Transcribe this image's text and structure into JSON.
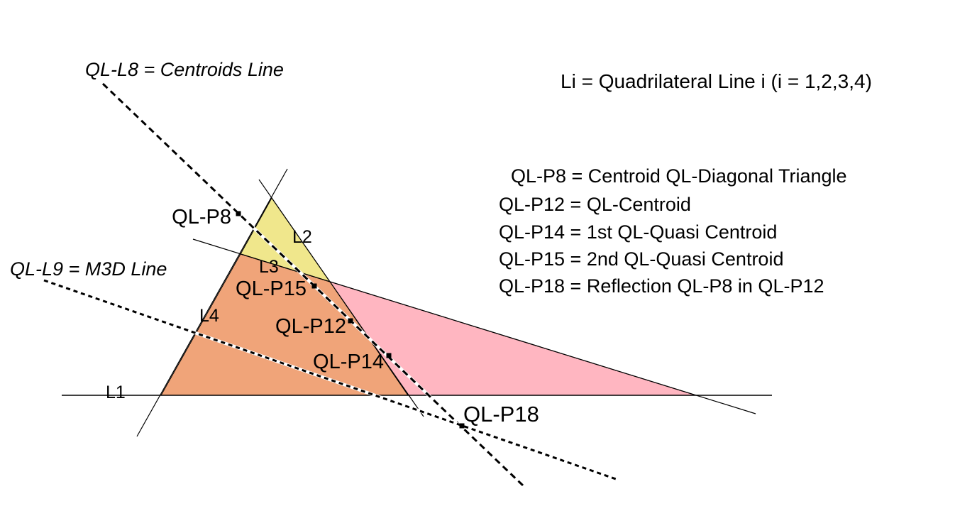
{
  "colors": {
    "background": "#FFFFFF",
    "yellow_triangle": "#F0E78C",
    "orange_triangle": "#F0A479",
    "pink_triangle": "#FFB6C1",
    "line_color": "#000000"
  },
  "annotations": {
    "centroids_line": "QL-L8 = Centroids Line",
    "m3d_line": "QL-L9 = M3D Line",
    "line_definition": "Li = Quadrilateral Line i (i = 1,2,3,4)"
  },
  "legend": {
    "items": [
      "QL-P8 = Centroid QL-Diagonal Triangle",
      "QL-P12 = QL-Centroid",
      "QL-P14 = 1st QL-Quasi Centroid",
      "QL-P15 = 2nd QL-Quasi Centroid",
      "QL-P18 = Reflection QL-P8 in QL-P12"
    ]
  },
  "line_labels": {
    "l1": "L1",
    "l2": "L2",
    "l3": "L3",
    "l4": "L4"
  },
  "point_labels": {
    "p8": "QL-P8",
    "p12": "QL-P12",
    "p14": "QL-P14",
    "p15": "QL-P15",
    "p18": "QL-P18"
  }
}
